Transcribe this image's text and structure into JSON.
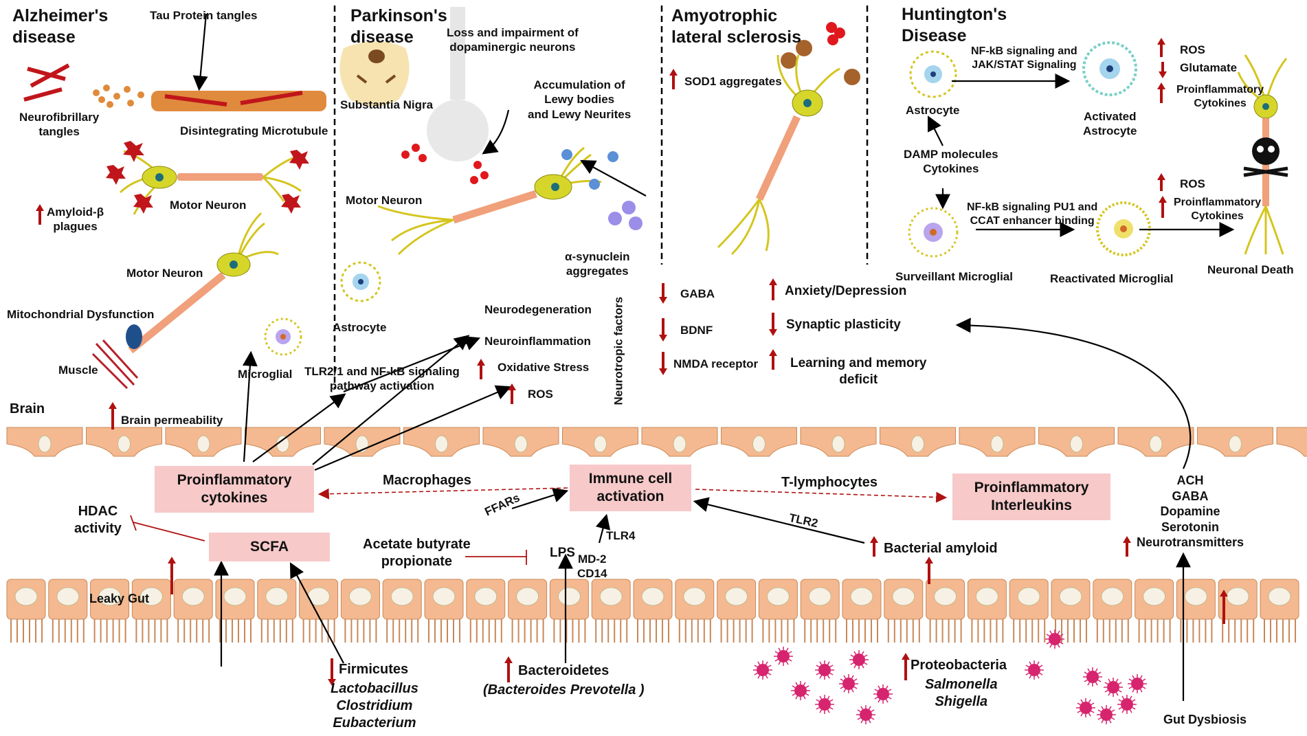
{
  "titles": {
    "alzheimers": "Alzheimer's\ndisease",
    "parkinsons": "Parkinson's\ndisease",
    "als": "Amyotrophic\nlateral sclerosis",
    "huntingtons": "Huntington's\nDisease"
  },
  "alzheimers": {
    "tau": "Tau Protein tangles",
    "neurofibrillary": "Neurofibrillary\ntangles",
    "microtubule": "Disintegrating Microtubule",
    "amyloid": "Amyloid-β\nplagues",
    "motor_neuron_1": "Motor Neuron",
    "motor_neuron_2": "Motor Neuron",
    "mito": "Mitochondrial Dysfunction",
    "muscle": "Muscle"
  },
  "parkinsons": {
    "substantia": "Substantia Nigra",
    "loss": "Loss and impairment of\ndopaminergic neurons",
    "lewy": "Accumulation of\nLewy bodies\nand Lewy Neurites",
    "motor_neuron": "Motor Neuron",
    "synuclein": "α-synuclein\naggregates",
    "astrocyte": "Astrocyte",
    "microglial": "Microglial"
  },
  "als": {
    "sod1": "SOD1 aggregates"
  },
  "huntingtons": {
    "nfkb_jak": "NF-kB signaling and\nJAK/STAT Signaling",
    "ros1": "ROS",
    "glutamate": "Glutamate",
    "cytokines1": "Proinflammatory\nCytokines",
    "astrocyte": "Astrocyte",
    "activated_astrocyte": "Activated\nAstrocyte",
    "damp": "DAMP molecules\nCytokines",
    "ros2": "ROS",
    "cytokines2": "Proinflammatory\nCytokines",
    "nfkb_pu1": "NF-kB signaling PU1 and\nCCAT enhancer binding",
    "surveillant": "Surveillant Microglial",
    "reactivated": "Reactivated Microglial",
    "death": "Neuronal Death"
  },
  "brain_effects": {
    "neurodegeneration": "Neurodegeneration",
    "neuroinflammation": "Neuroinflammation",
    "oxidative": "Oxidative Stress",
    "ros": "ROS",
    "tlr_path": "TLR2/1 and NF-kB signaling\npathway activation",
    "neurotropic": "Neurotropic factors",
    "gaba": "GABA",
    "bdnf": "BDNF",
    "nmda": "NMDA receptor",
    "anxiety": "Anxiety/Depression",
    "synaptic": "Synaptic plasticity",
    "learning": "Learning and memory\ndeficit"
  },
  "gut_brain": {
    "brain": "Brain",
    "permeability": "Brain permeability",
    "proinflammatory_cytokines": "Proinflammatory\ncytokines",
    "macrophages": "Macrophages",
    "immune": "Immune cell\nactivation",
    "tlymph": "T-lymphocytes",
    "interleukins": "Proinflammatory\nInterleukins",
    "hdac": "HDAC\nactivity",
    "scfa": "SCFA",
    "ffars": "FFARs",
    "tlr4": "TLR4",
    "tlr2": "TLR2",
    "acetate": "Acetate butyrate\npropionate",
    "lps": "LPS",
    "md2": "MD-2\nCD14",
    "bacterial_amyloid": "Bacterial amyloid",
    "neurotransmitters": "ACH\nGABA\nDopamine\nSerotonin\nNeurotransmitters",
    "leaky": "Leaky Gut",
    "firmicutes": "Firmicutes",
    "firmicutes_species": "Lactobacillus\nClostridium\nEubacterium",
    "bacteroidetes": "Bacteroidetes",
    "bacteroidetes_species": "(Bacteroides Prevotella )",
    "proteobacteria": "Proteobacteria",
    "proteobacteria_species": "Salmonella\nShigella",
    "dysbiosis": "Gut Dysbiosis"
  },
  "colors": {
    "up_arrow": "#b01010",
    "box_fill": "#f7c9c9",
    "cell_fill": "#f4b990",
    "cell_stroke": "#c98757",
    "neuron_body": "#d6d62a",
    "neuron_branch": "#d4c51e",
    "axon_segment": "#f0a07a",
    "bacteria": "#d6246e"
  }
}
